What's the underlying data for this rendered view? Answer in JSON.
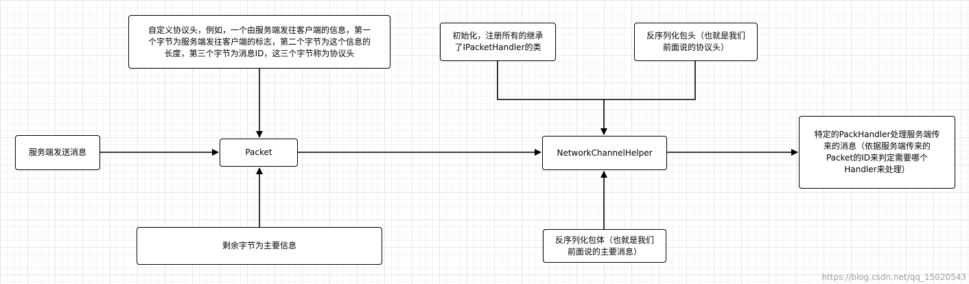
{
  "nodes": {
    "header_note": "自定义协议头，例如，一个由服务端发往客户端的信息，第一\n个字节为服务端发往客户端的标志，第二个字节为这个信息的\n长度，第三个字节为消息ID，这三个字节称为协议头",
    "server_send": "服务端发送消息",
    "packet": "Packet",
    "remaining_bytes": "剩余字节为主要信息",
    "init_register": "初始化，注册所有的继承\n了IPacketHandler的类",
    "deserialize_header": "反序列化包头（也就是我们\n前面说的协议头）",
    "network_helper": "NetworkChannelHelper",
    "deserialize_body": "反序列化包体（也就是我们\n前面说的主要消息）",
    "handler_process": "特定的PackHandler处理服务端传\n来的消息（依据服务端传来的\nPacket的ID来判定需要哪个\nHandler来处理）"
  },
  "watermark": "https://blog.csdn.net/qq_15020543",
  "colors": {
    "stroke": "#000000",
    "box_fill": "#ffffff",
    "grid": "#e6e6e6"
  }
}
